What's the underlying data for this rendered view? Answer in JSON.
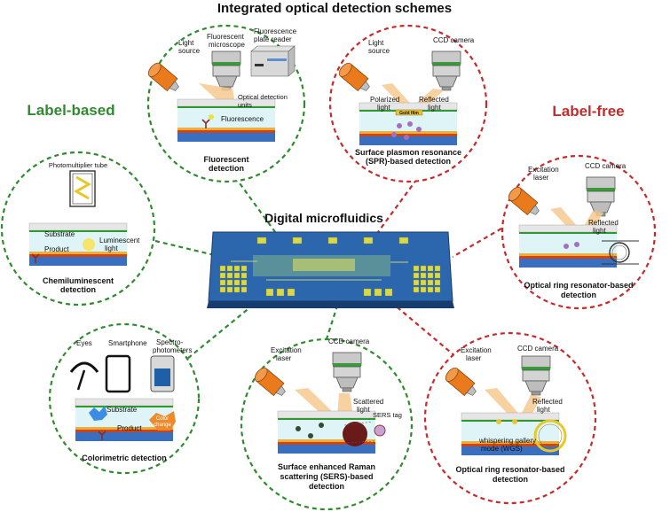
{
  "title": "Integrated optical detection schemes",
  "center_title": "Digital microfluidics",
  "groups": {
    "label_based": "Label-based",
    "label_free": "Label-free"
  },
  "colors": {
    "label_based": "#2e8b2e",
    "label_free": "#c72a2a",
    "chip_blue": "#1f5fa8",
    "electrode_yellow": "#d8d84a",
    "droplet": "#cdeef3",
    "cone": "#f3a65c",
    "laser": "#ea7a1c"
  },
  "panels": {
    "fluorescent": {
      "caption_1": "Fluorescent",
      "caption_2": "detection",
      "light_1": "Light",
      "light_2": "source",
      "micro_1": "Fluorescent",
      "micro_2": "microscope",
      "reader_1": "Fluorescence",
      "reader_2": "plate reader",
      "units_1": "Optical detection",
      "units_2": "units",
      "signal": "Fluorescence"
    },
    "spr": {
      "caption_1": "Surface plasmon resonance",
      "caption_2": "(SPR)-based detection",
      "light_1": "Light",
      "light_2": "source",
      "camera": "CCD camera",
      "polarized_1": "Polarized",
      "polarized_2": "light",
      "reflected_1": "Reflected",
      "reflected_2": "light",
      "gold": "Gold film"
    },
    "chemi": {
      "caption_1": "Chemiluminescent",
      "caption_2": "detection",
      "pmt": "Photomultiplier tube",
      "substrate": "Substrate",
      "product": "Product",
      "lum_1": "Luminescent",
      "lum_2": "light"
    },
    "ring1": {
      "caption_1": "Optical ring resonator-based",
      "caption_2": "detection",
      "laser_1": "Excitation",
      "laser_2": "laser",
      "camera": "CCD camera",
      "reflected_1": "Reflected",
      "reflected_2": "light"
    },
    "color": {
      "caption": "Colorimetric detection",
      "eyes": "Eyes",
      "phone": "Smartphone",
      "spectro_1": "Spectro-",
      "spectro_2": "photometers",
      "substrate": "Substrate",
      "product": "Product",
      "change_1": "Color",
      "change_2": "change"
    },
    "sers": {
      "caption_1": "Surface enhanced Raman",
      "caption_2": "scattering (SERS)-based",
      "caption_3": "detection",
      "laser_1": "Excitation",
      "laser_2": "laser",
      "camera": "CCD camera",
      "scattered_1": "Scattered",
      "scattered_2": "light",
      "tag": "SERS tag"
    },
    "ring2": {
      "caption_1": "Optical ring resonator-based",
      "caption_2": "detection",
      "laser_1": "Excitation",
      "laser_2": "laser",
      "camera": "CCD camera",
      "reflected_1": "Reflected",
      "reflected_2": "light",
      "wgm_1": "whispering gallery",
      "wgm_2": "mode (WGS)"
    }
  }
}
